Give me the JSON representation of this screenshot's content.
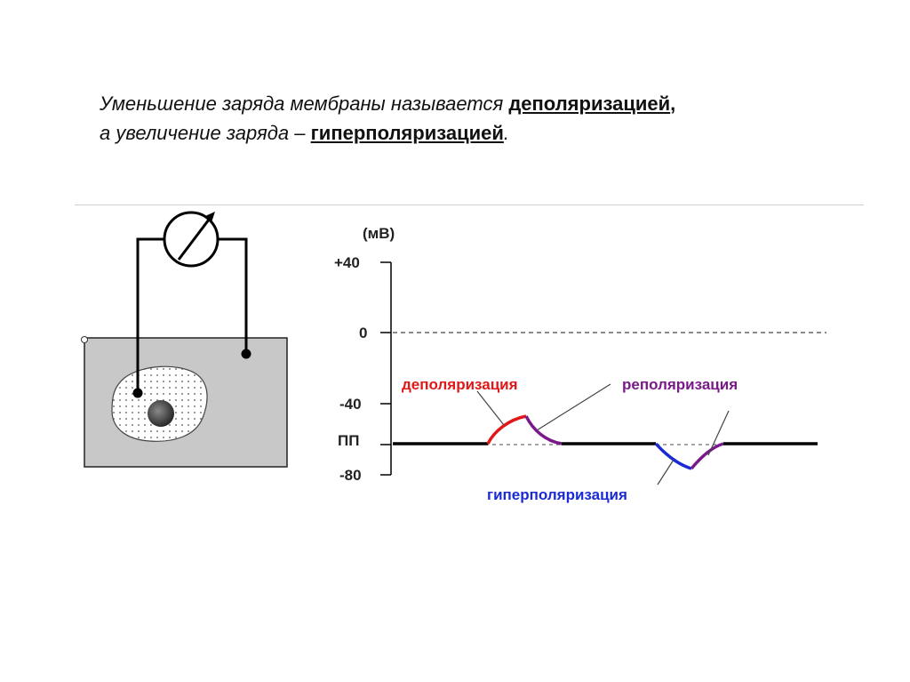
{
  "heading": {
    "line1_text": "Уменьшение заряда мембраны называется ",
    "line1_term": "деполяризацией",
    "line1_end": ",",
    "line2_text": "а увеличение заряда – ",
    "line2_term": "гиперполяризацией",
    "line2_end": "."
  },
  "graph": {
    "unit": "(мВ)",
    "ticks": [
      "+40",
      "0",
      "-40",
      "ПП",
      "-80"
    ],
    "labels": {
      "depolarization": "деполяризация",
      "repolarization": "реполяризация",
      "hyperpolarization": "гиперполяризация"
    },
    "colors": {
      "depolarization": "#e01818",
      "repolarization": "#7a1a8a",
      "hyperpolarization": "#1a2bd6",
      "baseline": "#000000"
    }
  },
  "apparatus": {
    "meter_icon": "voltmeter-icon",
    "cell_icon": "cell-icon",
    "bath_color": "#c8c8c8"
  }
}
